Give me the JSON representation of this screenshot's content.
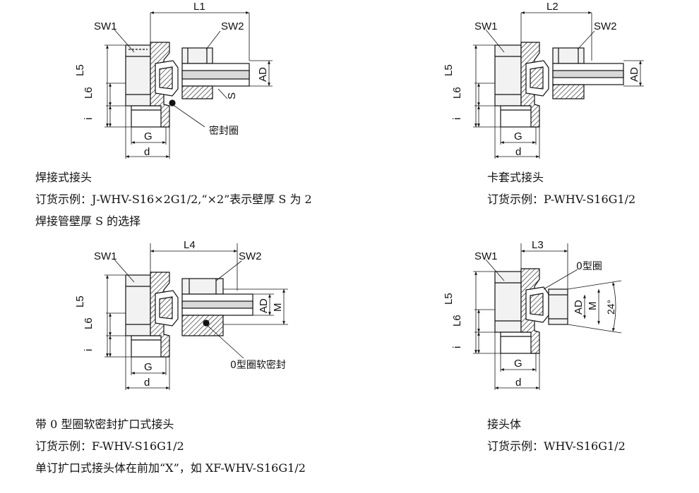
{
  "colors": {
    "ink": "#111111",
    "hatch": "#222222",
    "fill_light": "#f2f2f2",
    "fill_mid": "#d9d9d9"
  },
  "fig_weld": {
    "labels": {
      "l": "L1",
      "sw1": "SW1",
      "sw2": "SW2",
      "l5": "L5",
      "l6": "L6",
      "i": "i",
      "g": "G",
      "d": "d",
      "ad": "AD",
      "s": "S",
      "seal": "密封圈"
    },
    "caption": {
      "title": "焊接式接头",
      "line1": "订货示例：J-WHV-S16×2G1/2,“×2”表示壁厚 S 为 2",
      "line2": "焊接管壁厚 S 的选择"
    }
  },
  "fig_ferrule": {
    "labels": {
      "l": "L2",
      "sw1": "SW1",
      "sw2": "SW2",
      "l5": "L5",
      "l6": "L6",
      "i": "i",
      "g": "G",
      "d": "d",
      "ad": "AD"
    },
    "caption": {
      "title": "卡套式接头",
      "line1": "订货示例：P-WHV-S16G1/2"
    }
  },
  "fig_flare": {
    "labels": {
      "l": "L4",
      "sw1": "SW1",
      "sw2": "SW2",
      "l5": "L5",
      "l6": "L6",
      "i": "i",
      "g": "G",
      "d": "d",
      "ad": "AD",
      "m": "M",
      "seal": "0型圈软密封"
    },
    "caption": {
      "title": "带 0 型圈软密封扩口式接头",
      "line1": "订货示例：F-WHV-S16G1/2",
      "line2": "单订扩口式接头体在前加“X”，如 XF-WHV-S16G1/2"
    }
  },
  "fig_body": {
    "labels": {
      "l": "L3",
      "sw1": "SW1",
      "oring": "0型圈",
      "l5": "L5",
      "l6": "L6",
      "i": "i",
      "g": "G",
      "d": "d",
      "ad": "AD",
      "m": "M",
      "angle": "24°"
    },
    "caption": {
      "title": "接头体",
      "line1": "订货示例：WHV-S16G1/2"
    }
  }
}
